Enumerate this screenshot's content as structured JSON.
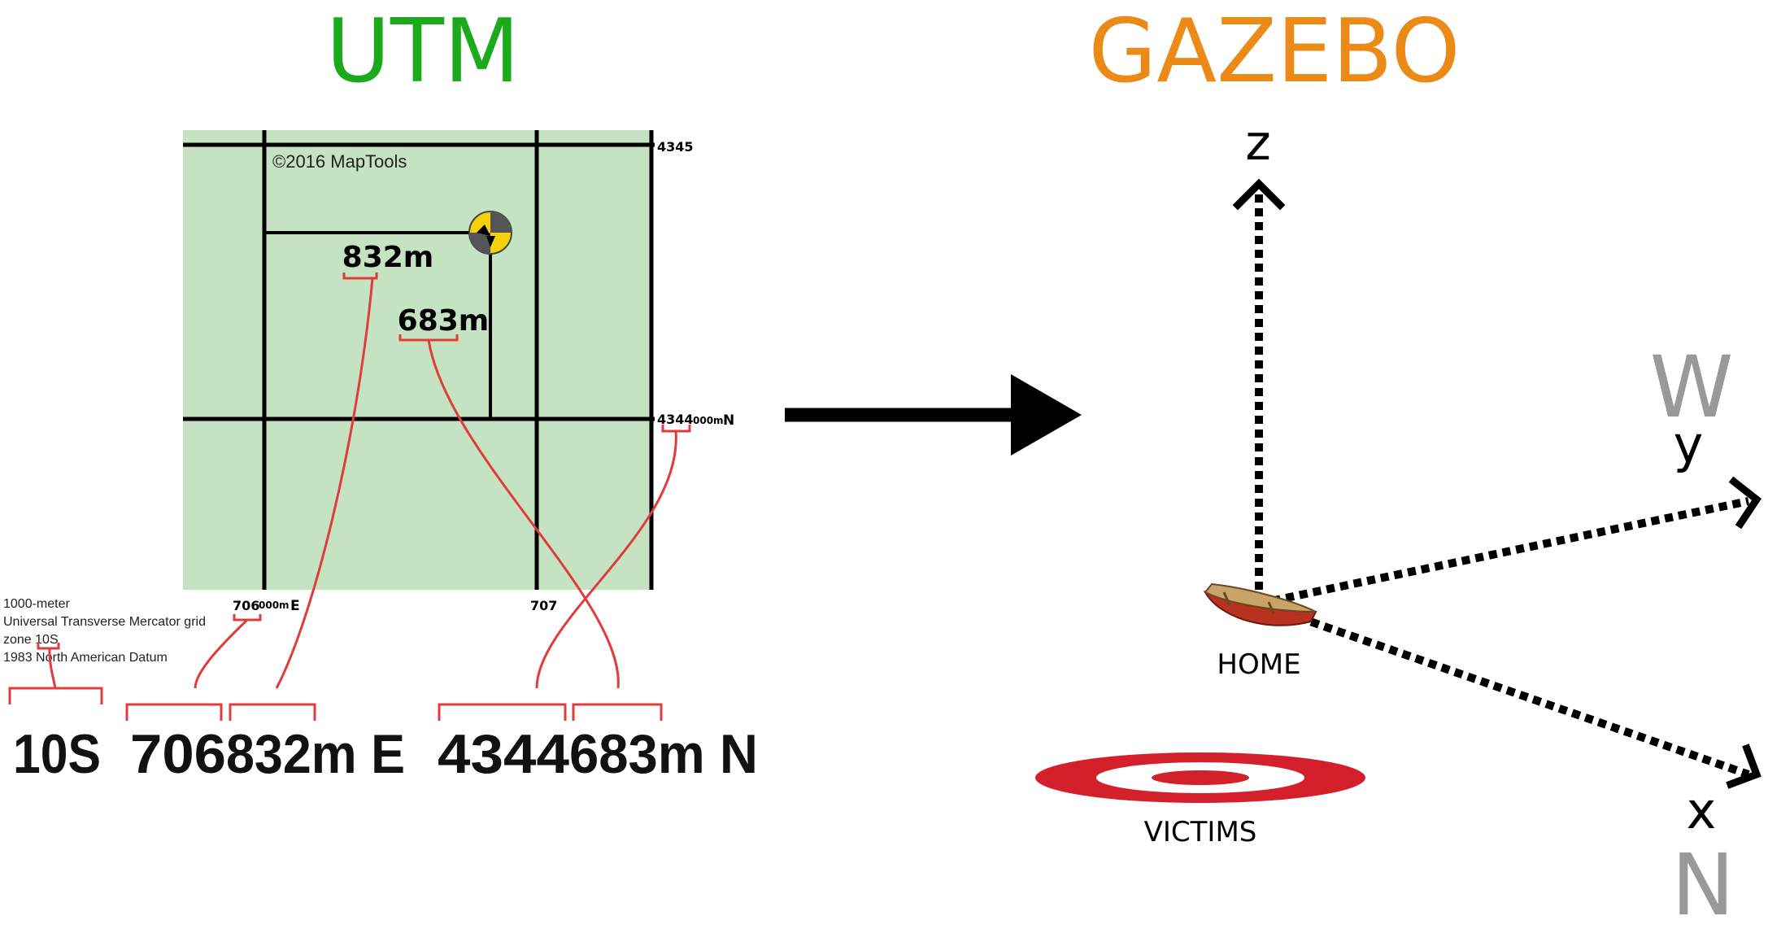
{
  "utm": {
    "title": "UTM",
    "title_color": "#1aaa1a",
    "map": {
      "copyright": "©2016 MapTools",
      "easting_distance": "832m",
      "northing_distance": "683m",
      "easting_label_prefix": "706",
      "easting_label_suffix": "000m",
      "easting_label_dir": "E",
      "easting_label_next": "707",
      "northing_label_prefix": "4344",
      "northing_label_suffix": "000m",
      "northing_label_dir": "N",
      "northing_label_top": "4345",
      "fill_color": "#c5e3c2"
    },
    "legend_lines": [
      "1000-meter",
      "Universal Transverse Mercator grid",
      "zone 10S",
      "1983 North American Datum"
    ],
    "coordinate": {
      "zone": "10S",
      "easting_base": "706",
      "easting_meters": "832m E",
      "northing_base": "4344",
      "northing_meters": "683m N"
    }
  },
  "gazebo": {
    "title": "GAZEBO",
    "title_color": "#ec8a17",
    "axis_z": "z",
    "axis_y": "y",
    "axis_x": "x",
    "compass_w": "W",
    "compass_n": "N",
    "home_label": "HOME",
    "victims_label": "VICTIMS",
    "target_color": "#d4202a"
  }
}
